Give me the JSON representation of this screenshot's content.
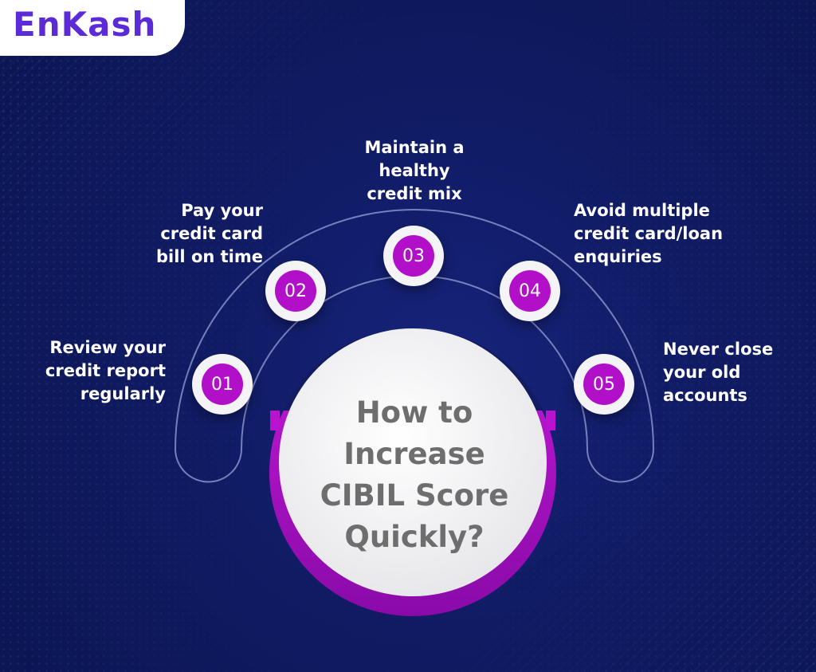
{
  "brand": {
    "logo_text": "EnKash"
  },
  "title": {
    "lines": [
      "How to",
      "Increase",
      "CIBIL Score",
      "Quickly?"
    ]
  },
  "steps": [
    {
      "number": "01",
      "lines": [
        "Review your",
        "credit report",
        "regularly"
      ]
    },
    {
      "number": "02",
      "lines": [
        "Pay your",
        "credit card",
        "bill on time"
      ]
    },
    {
      "number": "03",
      "lines": [
        "Maintain a",
        "healthy",
        "credit mix"
      ]
    },
    {
      "number": "04",
      "lines": [
        "Avoid multiple",
        "credit card/loan",
        "enquiries"
      ]
    },
    {
      "number": "05",
      "lines": [
        "Never close",
        "your old",
        "accounts"
      ]
    }
  ],
  "colors": {
    "background": "#0f1a5e",
    "accent_purple": "#b20fc9",
    "badge_bg": "#f4f4f6",
    "title_text": "#6e6e6e",
    "label_text": "#ffffff",
    "logo": "#5b2bd8"
  }
}
